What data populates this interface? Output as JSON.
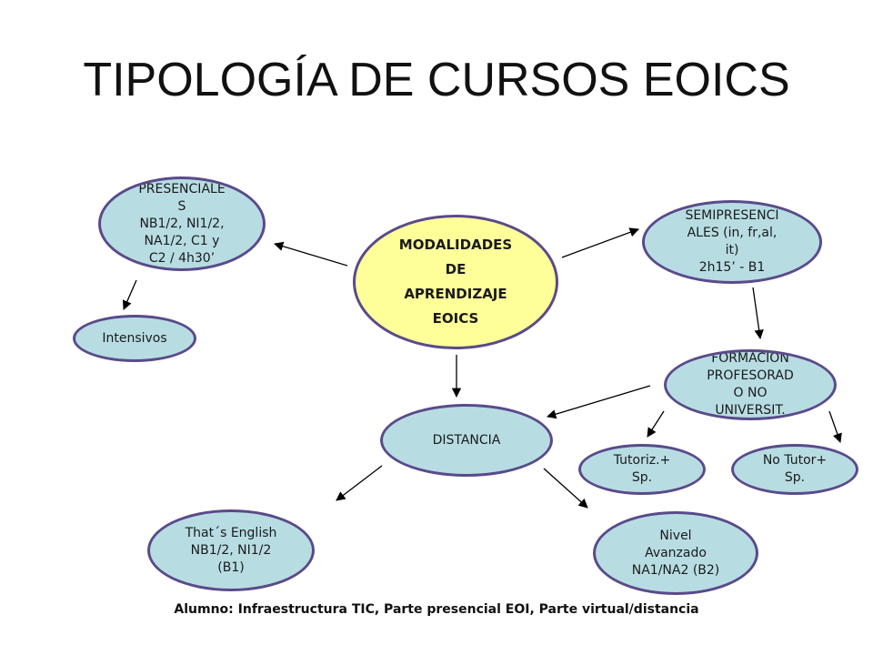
{
  "title": "TIPOLOGÍA DE CURSOS EOICS",
  "nodes": {
    "center": "MODALIDADES\nDE\nAPRENDIZAJE\nEOICS",
    "presenciales": "PRESENCIALE\nS\nNB1/2, NI1/2,\nNA1/2, C1 y\nC2 / 4h30’",
    "intensivos": "Intensivos",
    "semipresenciales": "SEMIPRESENCI\nALES (in, fr,al,\nit)\n2h15’ - B1",
    "formacion": "FORMACIÓN\nPROFESORAD\nO NO\nUNIVERSIT.",
    "distancia": "DISTANCIA",
    "tutoriz": "Tutoriz.+\nSp.",
    "no_tutor": "No Tutor+\nSp.",
    "thats_english": "That´s English\nNB1/2, NI1/2\n(B1)",
    "nivel_avanzado": "Nivel\nAvanzado\nNA1/NA2 (B2)"
  },
  "footer": "Alumno:  Infraestructura TIC, Parte presencial EOI, Parte virtual/distancia",
  "colors": {
    "node_fill": "#b7dde3",
    "center_fill": "#ffff99",
    "node_border": "#5a4a8a",
    "arrow": "#000000"
  }
}
